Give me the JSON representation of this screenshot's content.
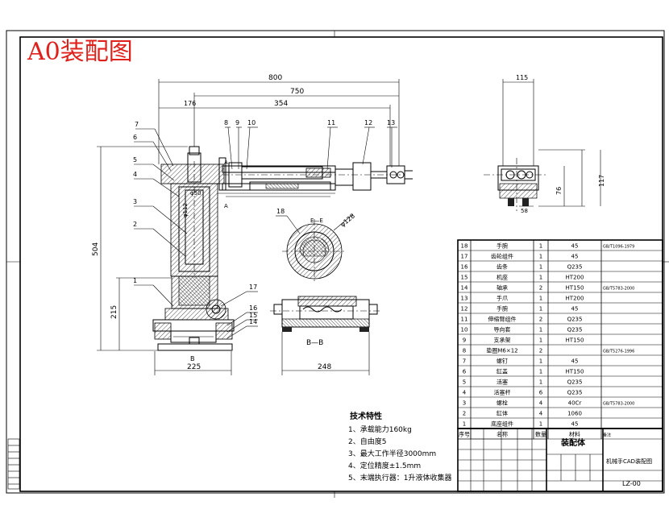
{
  "sheet_title": "A0装配图",
  "colors": {
    "title_red": "#e0201a",
    "line": "#000000"
  },
  "dims": {
    "d800": "800",
    "d750": "750",
    "d176": "176",
    "d354": "354",
    "d115": "115",
    "d117": "117",
    "d76": "76",
    "d58": "58",
    "d504": "504",
    "d215": "215",
    "d225": "225",
    "d248": "248",
    "phi50": "φ50",
    "phi112": "φ112",
    "phi128": "φ128"
  },
  "balloons": [
    "1",
    "2",
    "3",
    "4",
    "5",
    "6",
    "7",
    "8",
    "9",
    "10",
    "11",
    "12",
    "13",
    "14",
    "15",
    "16",
    "17",
    "18"
  ],
  "section_labels": {
    "bb": "B—B",
    "b": "B",
    "ee": "E—E",
    "a": "A"
  },
  "tech": {
    "title": "技术特性",
    "items": [
      "1、承载能力160kg",
      "2、自由度5",
      "3、最大工作半径3000mm",
      "4、定位精度±1.5mm",
      "5、末端执行器：1升液体收集器"
    ]
  },
  "bom": {
    "rows": [
      [
        "18",
        "手腕",
        "1",
        "45",
        "GB/T1096-1979"
      ],
      [
        "17",
        "齿轮组件",
        "1",
        "45",
        ""
      ],
      [
        "16",
        "齿条",
        "1",
        "Q235",
        ""
      ],
      [
        "15",
        "机座",
        "1",
        "HT200",
        ""
      ],
      [
        "14",
        "轴承",
        "2",
        "HT150",
        "GB/T5783-2000"
      ],
      [
        "13",
        "手爪",
        "1",
        "HT200",
        ""
      ],
      [
        "12",
        "手腕",
        "1",
        "45",
        ""
      ],
      [
        "11",
        "伸缩臂组件",
        "2",
        "Q235",
        ""
      ],
      [
        "10",
        "导向套",
        "1",
        "Q235",
        ""
      ],
      [
        "9",
        "支承架",
        "1",
        "HT150",
        ""
      ],
      [
        "8",
        "垫圈M6×12",
        "2",
        "",
        "GB/T5276-1996"
      ],
      [
        "7",
        "螺钉",
        "1",
        "45",
        ""
      ],
      [
        "6",
        "缸盖",
        "1",
        "HT150",
        ""
      ],
      [
        "5",
        "活塞",
        "1",
        "Q235",
        ""
      ],
      [
        "4",
        "活塞杆",
        "6",
        "Q235",
        ""
      ],
      [
        "3",
        "螺栓",
        "4",
        "40Cr",
        "GB/T5783-2000"
      ],
      [
        "2",
        "缸体",
        "4",
        "1060",
        ""
      ],
      [
        "1",
        "底座组件",
        "1",
        "45",
        ""
      ]
    ],
    "header": [
      "序号",
      "名称",
      "数量",
      "材料",
      "备注"
    ]
  },
  "title_block": {
    "drawing_name": "装配体",
    "project": "机械手CAD装配图",
    "drawing_no": "LZ-00"
  }
}
